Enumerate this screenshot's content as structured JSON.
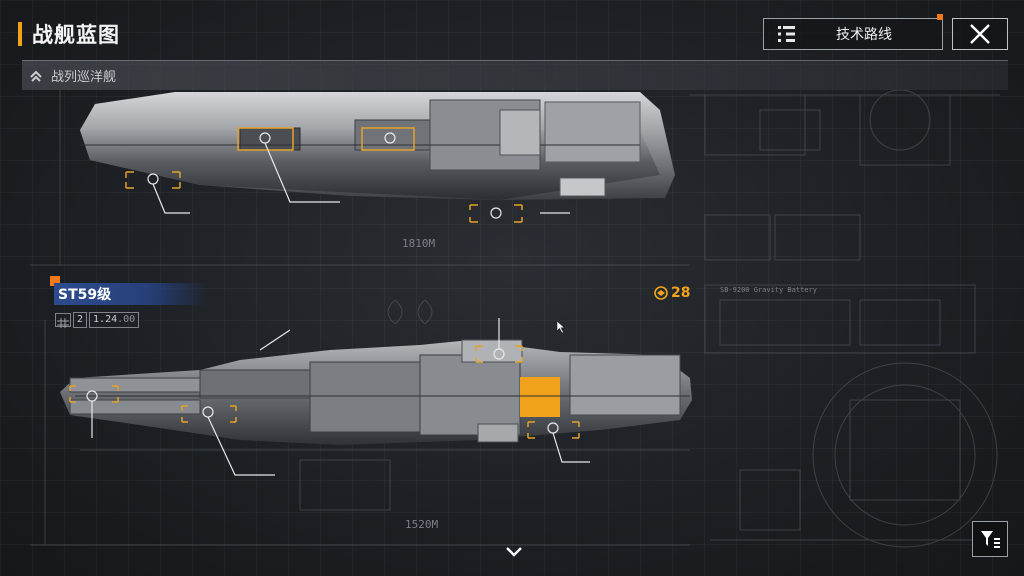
{
  "header": {
    "title": "战舰蓝图",
    "tech_route_label": "技术路线"
  },
  "category": {
    "label": "战列巡洋舰"
  },
  "ship": {
    "name": "ST59级",
    "stat_level": "2",
    "stat_value": "1.24",
    "stat_suffix": ".00",
    "score": "28",
    "top_length_label": "1810M",
    "bottom_length_label": "1520M",
    "battery_label": "SB-9200 Gravity Battery"
  },
  "colors": {
    "accent": "#f0a31a",
    "notif": "#f07a1a",
    "name_bar": "#2d4b8f"
  },
  "icons": {
    "tech": "list-tree-icon",
    "close": "close-icon",
    "category": "chevron-up-rank-icon",
    "filter": "filter-icon",
    "scroll": "chevron-down-icon"
  }
}
